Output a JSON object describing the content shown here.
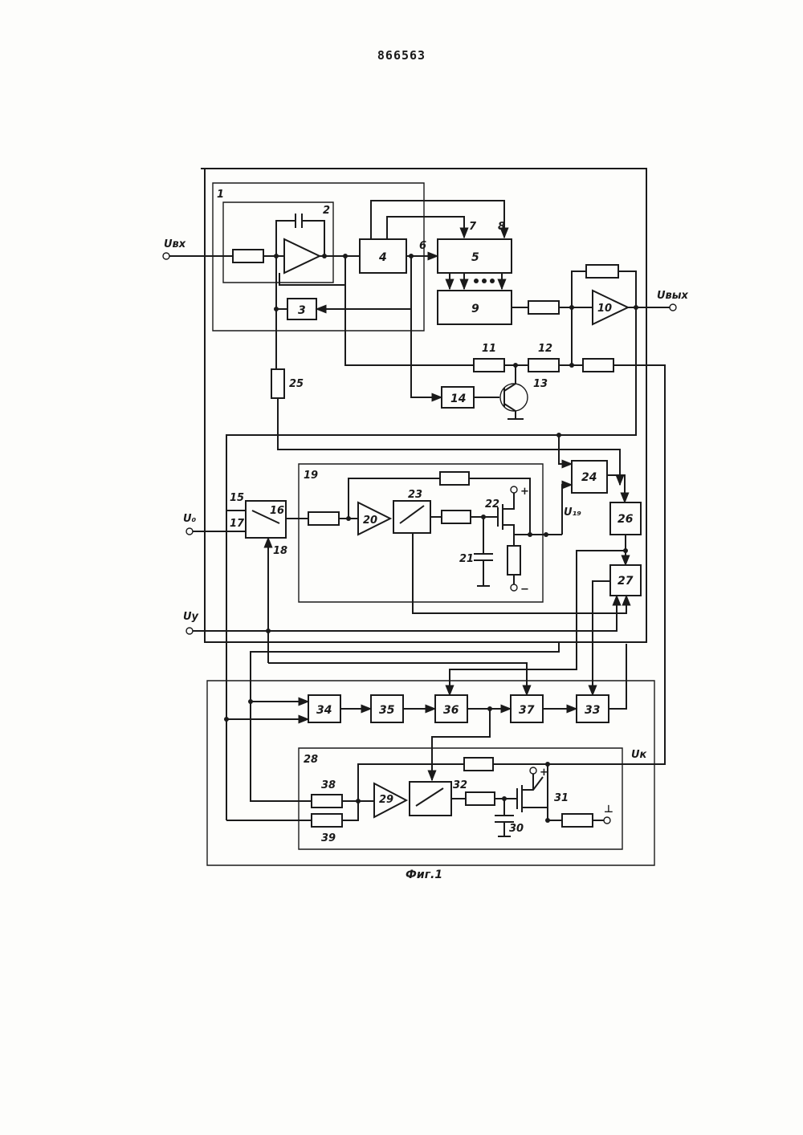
{
  "document": {
    "patent_number": "866563",
    "caption": "Фиг.1"
  },
  "diagram": {
    "terminals": {
      "u_in": "Uвх",
      "u_out": "Uвых",
      "u0": "U₀",
      "uy": "Uу",
      "u19": "U₁₉",
      "uk": "Uк",
      "plus_top": "+",
      "minus": "−",
      "plus_bottom": "+",
      "ground": "⊥"
    },
    "labels": {
      "n1": "1",
      "n2": "2",
      "n3": "3",
      "n4": "4",
      "n5": "5",
      "n6": "6",
      "n7": "7",
      "n8": "8",
      "n9": "9",
      "n10": "10",
      "n11": "11",
      "n12": "12",
      "n13": "13",
      "n14": "14",
      "n15": "15",
      "n16": "16",
      "n17": "17",
      "n18": "18",
      "n19": "19",
      "n20": "20",
      "n21": "21",
      "n22": "22",
      "n23": "23",
      "n24": "24",
      "n25": "25",
      "n26": "26",
      "n27": "27",
      "n28": "28",
      "n29": "29",
      "n30": "30",
      "n31": "31",
      "n32": "32",
      "n33": "33",
      "n34": "34",
      "n35": "35",
      "n36": "36",
      "n37": "37",
      "n38": "38",
      "n39": "39"
    }
  }
}
